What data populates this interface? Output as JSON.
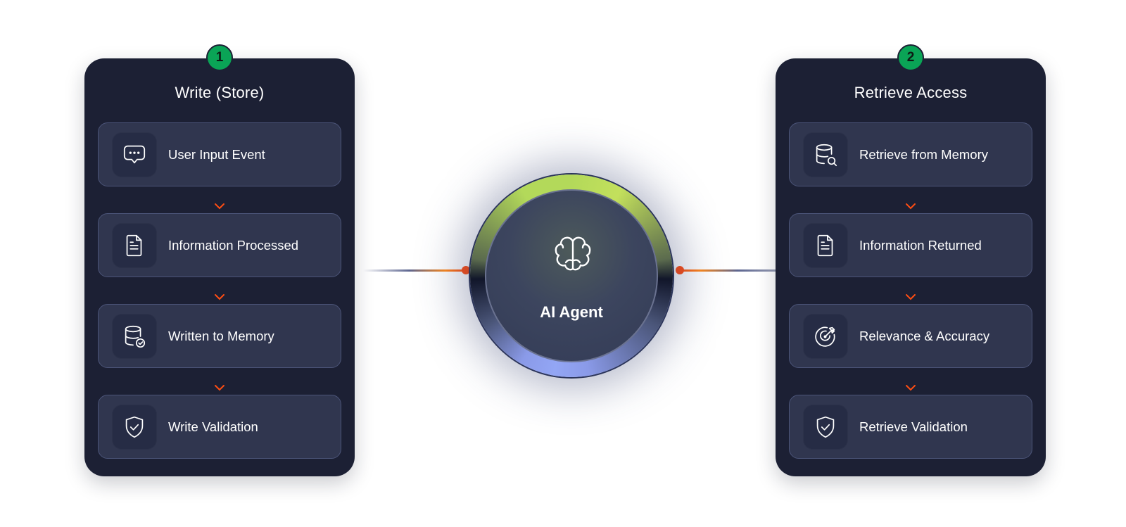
{
  "write_panel": {
    "badge": "1",
    "title": "Write (Store)",
    "steps": [
      {
        "label": "User Input Event",
        "icon": "chat-bubble-icon"
      },
      {
        "label": "Information Processed",
        "icon": "document-icon"
      },
      {
        "label": "Written to Memory",
        "icon": "database-check-icon"
      },
      {
        "label": "Write Validation",
        "icon": "shield-check-icon"
      }
    ]
  },
  "retrieve_panel": {
    "badge": "2",
    "title": "Retrieve Access",
    "steps": [
      {
        "label": "Retrieve from Memory",
        "icon": "database-search-icon"
      },
      {
        "label": "Information Returned",
        "icon": "document-icon"
      },
      {
        "label": "Relevance & Accuracy",
        "icon": "target-icon"
      },
      {
        "label": "Retrieve Validation",
        "icon": "shield-check-icon"
      }
    ]
  },
  "agent": {
    "label": "AI Agent",
    "icon": "brain-icon"
  },
  "colors": {
    "panel": "#1c2034",
    "card": "#30364f",
    "badge": "#0aa456",
    "arrow": "#ff4d12",
    "ring_top": "#b3d95a",
    "ring_bottom": "#93a6f5"
  }
}
